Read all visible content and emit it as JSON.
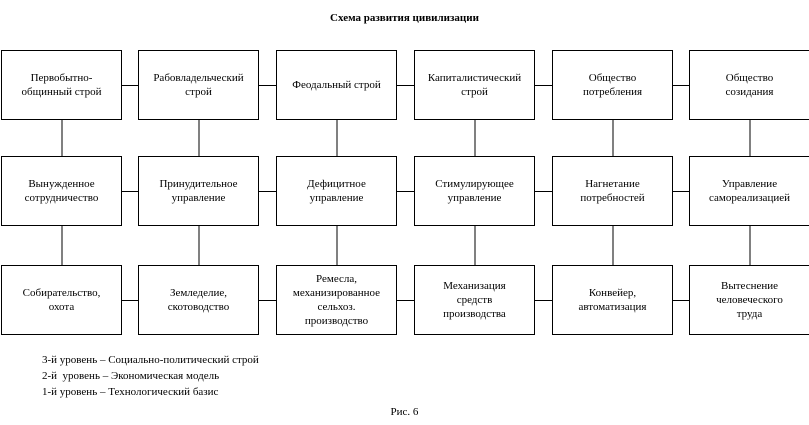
{
  "title": "Схема развития цивилизации",
  "rows": [
    [
      "Первобытно-\nобщинный строй",
      "Рабовладельческий\nстрой",
      "Феодальный строй",
      "Капиталистический\nстрой",
      "Общество\nпотребления",
      "Общество\nсозидания"
    ],
    [
      "Вынужденное\nсотрудничество",
      "Принудительное\nуправление",
      "Дефицитное\nуправление",
      "Стимулирующее\nуправление",
      "Нагнетание\nпотребностей",
      "Управление\nсамореализацией"
    ],
    [
      "Собирательство,\nохота",
      "Земледелие,\nскотоводство",
      "Ремесла,\nмеханизированное\nсельхоз.\nпроизводство",
      "Механизация\nсредств\nпроизводства",
      "Конвейер,\nавтоматизация",
      "Вытеснение\nчеловеческого\nтруда"
    ]
  ],
  "legend": [
    "3-й уровень – Социально-политический строй",
    "2-й  уровень – Экономическая модель",
    "1-й уровень – Технологический базис"
  ],
  "caption": "Рис. 6"
}
